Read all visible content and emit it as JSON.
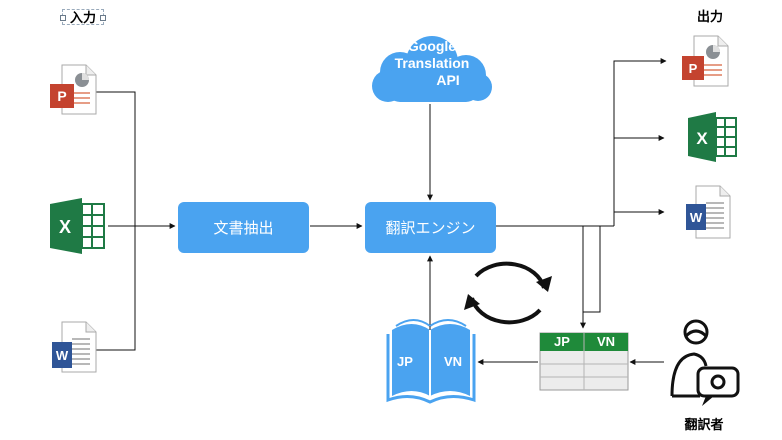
{
  "input_label": "入力",
  "output_label": "出力",
  "extract_box": "文書抽出",
  "engine_box": "翻訳エンジン",
  "cloud": {
    "line1": "Google",
    "line2": "Translation",
    "line3": "API"
  },
  "table": {
    "col1": "JP",
    "col2": "VN"
  },
  "book": {
    "left": "JP",
    "right": "VN"
  },
  "translator_label": "翻訳者",
  "file_letters": {
    "powerpoint": "P",
    "excel": "X",
    "word": "W"
  },
  "colors": {
    "accent_blue": "#4aa3f0",
    "powerpoint": "#c4432f",
    "excel": "#1f7a45",
    "word": "#2f5597",
    "table_header": "#1f8a3a"
  }
}
